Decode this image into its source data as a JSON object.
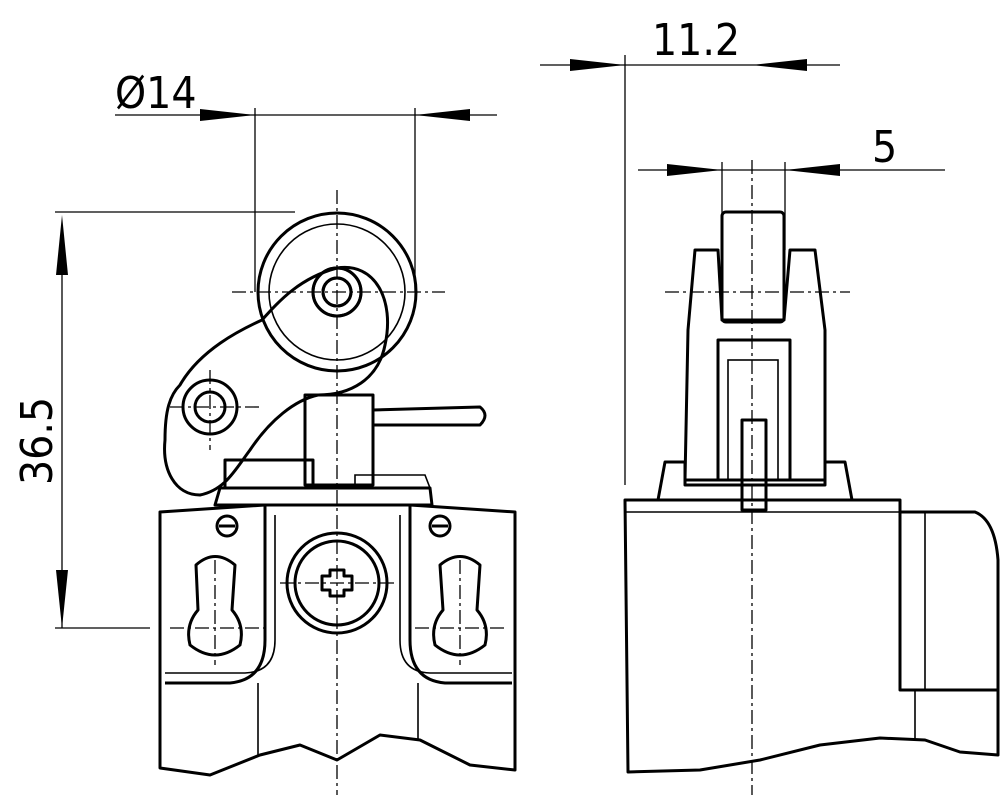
{
  "dimensions": {
    "roller_diameter": "Ø14",
    "offset_width": "11.2",
    "roller_width": "5",
    "actuator_height": "36.5"
  }
}
